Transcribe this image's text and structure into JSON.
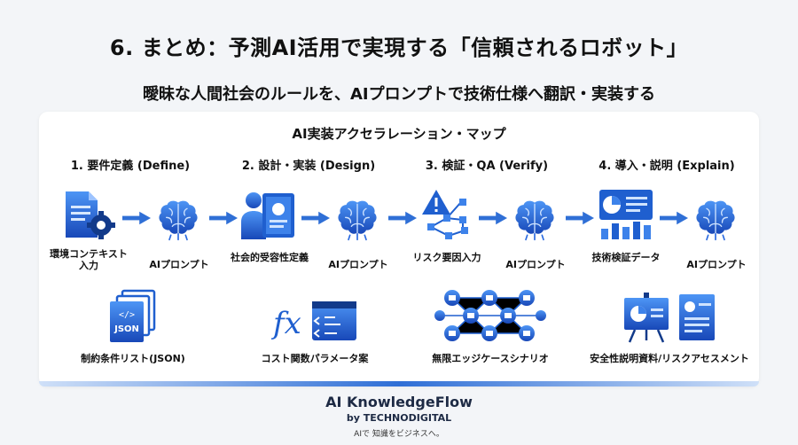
{
  "title": "6. まとめ：予測AI活用で実現する「信頼されるロボット」",
  "subtitle": "曖昧な人間社会のルールを、AIプロンプトで技術仕様へ翻訳・実装する",
  "panel_title": "AI実装アクセラレーション・マップ",
  "steps": [
    {
      "title": "1. 要件定義 (Define)",
      "input_label": "環境コンテキスト\n入力",
      "input_icon": "document-gear-icon",
      "output_label": "AIプロンプト",
      "output_icon": "brain-icon"
    },
    {
      "title": "2. 設計・実装 (Design)",
      "input_label": "社会的受容性定義",
      "input_icon": "person-badge-icon",
      "output_label": "AIプロンプト",
      "output_icon": "brain-icon"
    },
    {
      "title": "3. 検証・QA (Verify)",
      "input_label": "リスク要因入力",
      "input_icon": "warning-network-icon",
      "output_label": "AIプロンプト",
      "output_icon": "brain-icon"
    },
    {
      "title": "4. 導入・説明 (Explain)",
      "input_label": "技術検証データ",
      "input_icon": "dashboard-chart-icon",
      "output_label": "AIプロンプト",
      "output_icon": "brain-icon"
    }
  ],
  "outputs": [
    {
      "label": "制約条件リスト(JSON)",
      "icon": "json-files-icon"
    },
    {
      "label": "コスト関数パラメータ案",
      "icon": "function-code-icon"
    },
    {
      "label": "無限エッジケースシナリオ",
      "icon": "scenario-graph-icon"
    },
    {
      "label": "安全性説明資料/リスクアセスメント",
      "icon": "presentation-report-icon"
    }
  ],
  "footer": {
    "brand": "AI KnowledgeFlow",
    "by": "by TECHNODIGITAL",
    "tagline": "AIで 知識をビジネスへ。"
  },
  "colors": {
    "primary": "#1f5fcf",
    "dark": "#123a8a",
    "light": "#5aa0ff"
  }
}
